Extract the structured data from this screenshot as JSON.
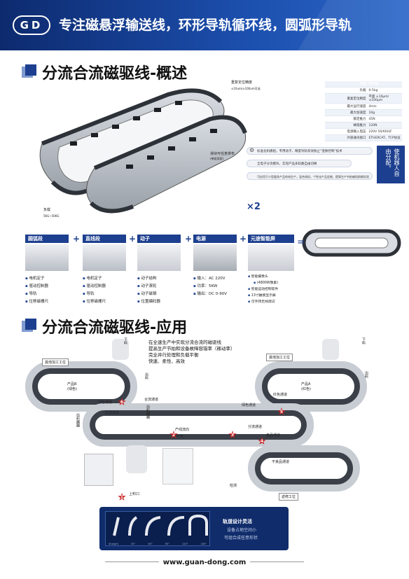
{
  "header": {
    "logo": "GD",
    "slogan": "专注磁悬浮输送线，环形导轨循环线，圆弧形导轨"
  },
  "section1": {
    "title": "分流合流磁驱线-概述"
  },
  "callouts": {
    "accuracy": "重复定位精度",
    "accuracy_val": "±10um/±100um可选",
    "arrangement": "滑块可任意排布",
    "arrangement_sub": "(单驱双驱)",
    "load": "负载",
    "load_val": "5KG~50KG",
    "multiplier": "×2"
  },
  "spec_table": {
    "head": [
      "产品",
      "环行线"
    ],
    "rows": [
      [
        "负载",
        "0-5kg"
      ],
      [
        "重复定位精度",
        "平面 ±10μm/±100μm"
      ],
      [
        "最大运行速度",
        "4m/s"
      ],
      [
        "最大加速度",
        "10g"
      ],
      [
        "额定推力",
        "45N"
      ],
      [
        "峰值推力",
        "120N"
      ],
      [
        "电源输入电压",
        "220V 50/60HZ"
      ],
      [
        "外部通讯接口",
        "ETHERCAT、TCP协议"
      ]
    ]
  },
  "vertical_note": "使机器人自由分配。",
  "pills": [
    "标准化机模组，专用动子，精度导轨有效防止“变换控制”技术",
    "全电子分流模块，实现产品多轨路自由切换",
    "可应用于小型量多产品的电生产，混合线机，个性化产品定制，提高生产节拍缩短前期实验"
  ],
  "components": [
    {
      "title": "圆弧段",
      "items": [
        "电机定子",
        "驱动控制器",
        "导轨",
        "位移磁栅尺"
      ]
    },
    {
      "title": "直线段",
      "items": [
        "电机定子",
        "驱动控制器",
        "导轨",
        "位移磁栅尺"
      ]
    },
    {
      "title": "动子",
      "items": [
        "动子结构",
        "动子滚轮",
        "动子磁钢",
        "位置编码器"
      ]
    },
    {
      "title": "电源",
      "items": [
        "输入：AC 220V",
        "功率：5KW",
        "输出：DC 0-90V"
      ]
    },
    {
      "title": "元途智能屏",
      "items": [
        "智能摄像头",
        "(4800W像素)",
        "智能运动控制软件",
        "13寸触摸显示屏",
        "可手持无线调试"
      ]
    }
  ],
  "section2": {
    "title": "分流合流磁驱线-应用"
  },
  "app_features": [
    "在全速生产中实现分流合流的磁驱线",
    "提高生产节拍和设备故障容错率（稼动率）",
    "完全并行处理和负载平衡",
    "快速、柔性、高效"
  ],
  "layout_labels": {
    "other_left": "其他加工工位",
    "other_right": "其他加工工位",
    "product_b": "产品B",
    "product_b_color": "(绿色)",
    "product_a": "产品A",
    "product_a_color": "(红色)",
    "green_channel": "绿色通道",
    "green_channel2": "绿色通道",
    "red_channel": "红色通道",
    "unload_left": "出料",
    "unload_right": "出料",
    "down_left": "下料",
    "down_right": "下料",
    "merge": "合流通道",
    "split": "分流通道",
    "split2": "分流通道",
    "flow": "产线流向",
    "good": "良品通道",
    "reject": "不良品通道",
    "repair": "返修工位",
    "inspect": "检测",
    "load": "上料口",
    "left_side": "出料器器",
    "right_side": "出料器器"
  },
  "stars": [
    "6",
    "5",
    "2",
    "3",
    "4",
    "1"
  ],
  "design_box": {
    "title": "轨道设计灵活",
    "line1": "设备占地空间小",
    "line2": "可组合成任意形状",
    "angles": [
      "Straight",
      "30°",
      "60°",
      "90°",
      "120°",
      "180°"
    ]
  },
  "footer": {
    "url": "www.guan-dong.com"
  }
}
